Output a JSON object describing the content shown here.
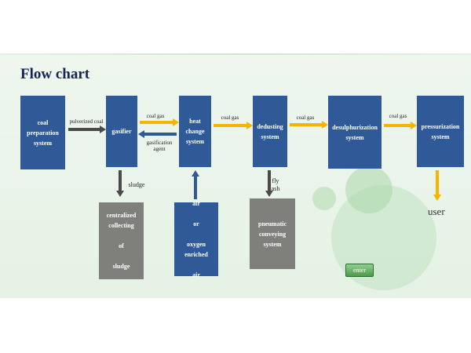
{
  "title": "Flow chart",
  "boxes": {
    "coal_prep": "coal\npreparation\nsystem",
    "gasifier": "gasifier",
    "heat_change": "heat\nchange\nsystem",
    "dedusting": "dedusting\nsystem",
    "desulph": "desulphurization\nsystem",
    "pressurization": "pressurization\nsystem",
    "sludge_box": "centralized\ncollecting\n\nof\n\nsludge",
    "air_box": "air\n\nor\n\noxygen\nenriched\n\nair",
    "pneumatic": "pneumatic\nconveying\nsystem"
  },
  "labels": {
    "pulverized": "pulverized coal",
    "coal_gas_1": "coal  gas",
    "gasification": "gasification\nagent",
    "coal_gas_2": "coal gas",
    "coal_gas_3": "coal gas",
    "coal_gas_4": "coal gas",
    "sludge": "sludge",
    "fly_ash": "fly\nash",
    "user": "user"
  },
  "enter_label": "enter",
  "colors": {
    "box_blue": "#2f5a97",
    "box_gray": "#7f7f7b",
    "arrow_yellow": "#f4b400",
    "arrow_dark": "#4a4a4a",
    "arrow_blue": "#2f5a97"
  }
}
